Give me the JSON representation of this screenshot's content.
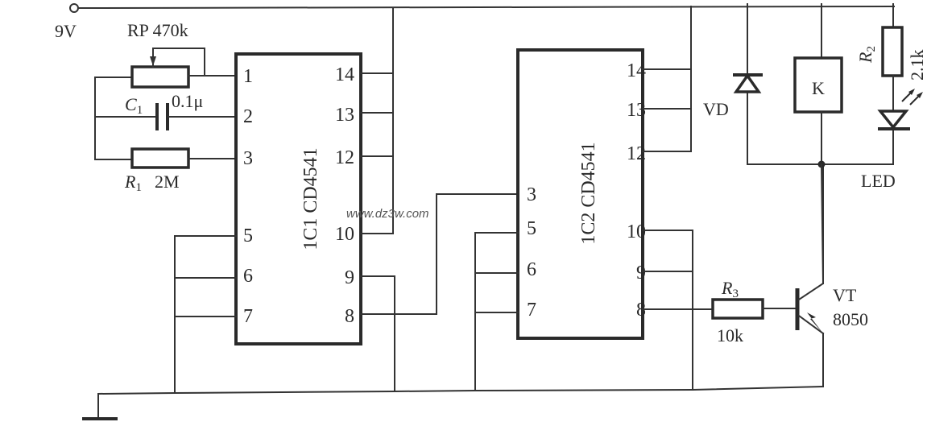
{
  "supply": {
    "label": "9V"
  },
  "components": {
    "rp": {
      "name": "RP",
      "value": "470k",
      "label": "RP 470k"
    },
    "c1": {
      "name": "C",
      "sub": "1",
      "value": "0.1μ"
    },
    "r1": {
      "name": "R",
      "sub": "1",
      "value": "2M"
    },
    "r2": {
      "name": "R",
      "sub": "2",
      "value": "2.1k"
    },
    "r3": {
      "name": "R",
      "sub": "3",
      "value": "10k"
    },
    "vd": {
      "label": "VD"
    },
    "relay": {
      "label": "K"
    },
    "led": {
      "label": "LED"
    },
    "vt": {
      "name": "VT",
      "part": "8050"
    }
  },
  "ic1": {
    "label": "1C1  CD4541",
    "left_pins": [
      "1",
      "2",
      "3",
      "5",
      "6",
      "7"
    ],
    "right_pins": [
      "14",
      "13",
      "12",
      "10",
      "9",
      "8"
    ]
  },
  "ic2": {
    "label": "1C2  CD4541",
    "left_pins": [
      "3",
      "5",
      "6",
      "7"
    ],
    "right_pins": [
      "14",
      "13",
      "12",
      "10",
      "9",
      "8"
    ]
  },
  "watermark": "www.dz3w.com",
  "colors": {
    "ink": "#2a2a2a",
    "background": "#ffffff"
  }
}
